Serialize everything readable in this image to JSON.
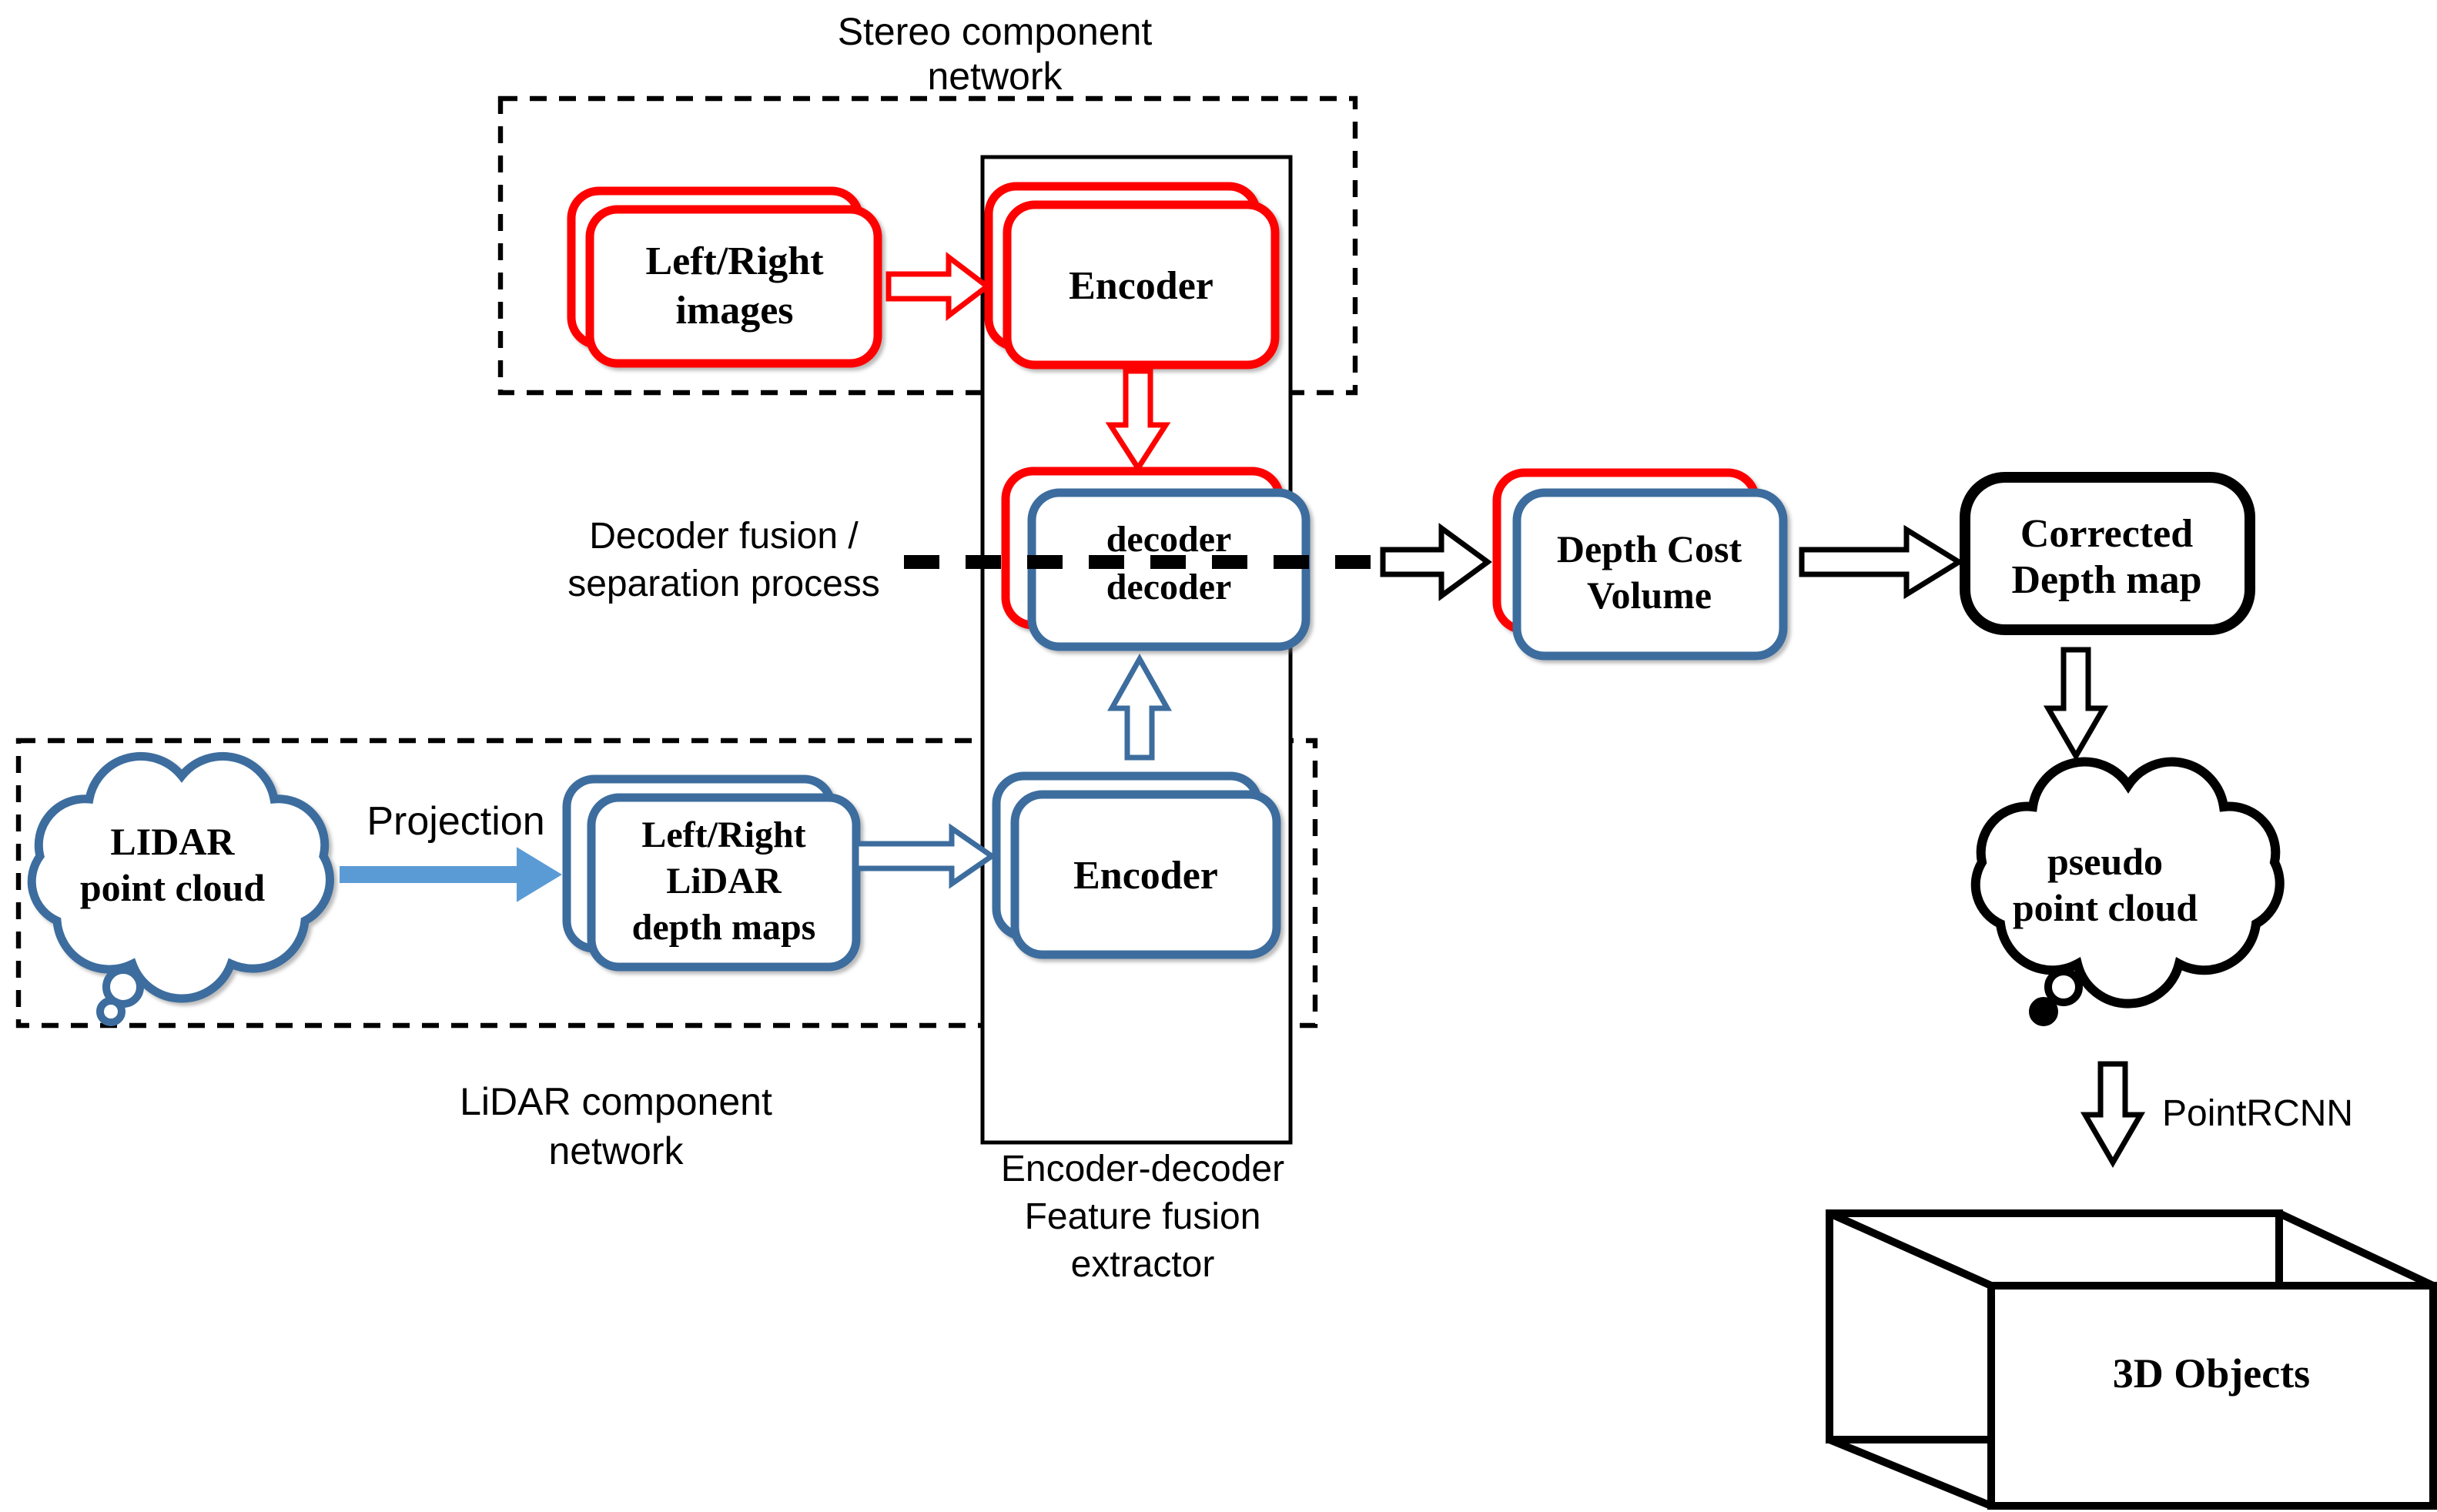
{
  "labels": {
    "stereo_network": "Stereo component\nnetwork",
    "decoder_fusion": "Decoder fusion /\nseparation process",
    "projection": "Projection",
    "lidar_network": "LiDAR component\nnetwork",
    "feature_extractor": "Encoder-decoder\nFeature fusion\nextractor",
    "pointrcnn": "PointRCNN"
  },
  "nodes": {
    "left_right_images": "Left/Right\nimages",
    "stereo_encoder": "Encoder",
    "decoder_fused": "decoder\ndecoder",
    "depth_cost_volume": "Depth Cost\nVolume",
    "corrected_depth_map": "Corrected\nDepth map",
    "lidar_point_cloud": "LIDAR\npoint cloud",
    "lidar_depth_maps": "Left/Right\nLiDAR\ndepth maps",
    "lidar_encoder": "Encoder",
    "pseudo_point_cloud": "pseudo\npoint cloud",
    "objects_3d": "3D Objects"
  },
  "colors": {
    "stereo_red": "#ff0000",
    "lidar_blue": "#3d6d9e",
    "projection_blue": "#5b9bd5",
    "line_black": "#000000"
  }
}
